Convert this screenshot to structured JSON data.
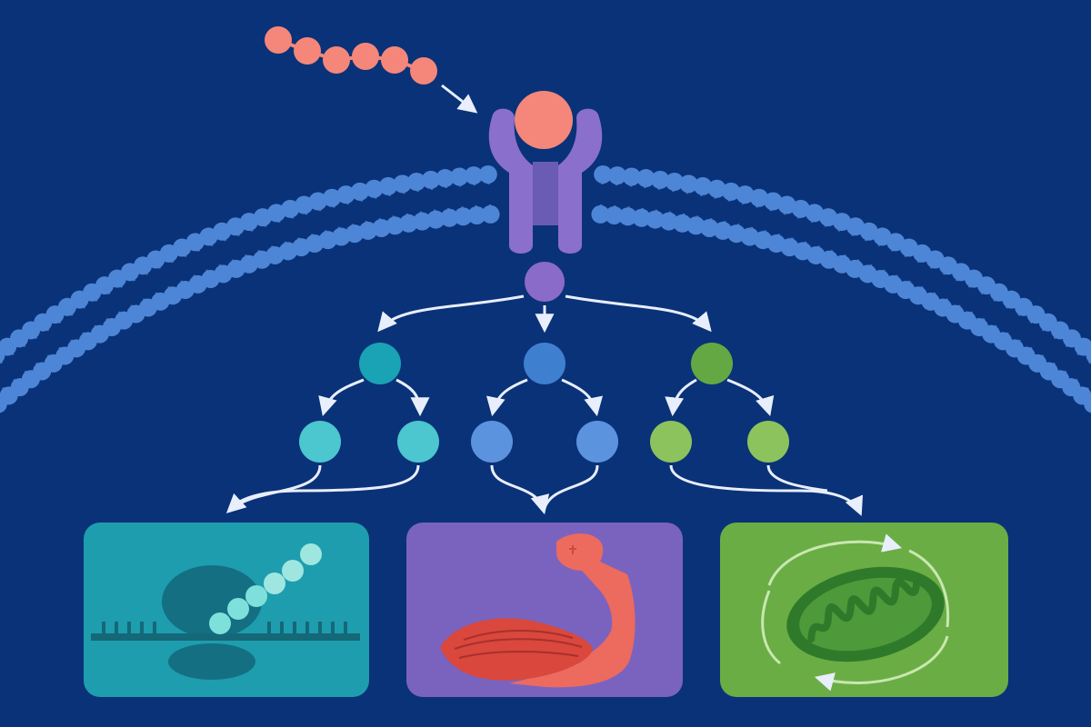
{
  "diagram": {
    "kind": "cell-signaling-cascade",
    "colors": {
      "background": "#0a3278",
      "membrane": "#4d86d6",
      "membrane_tail": "#3f73c2",
      "ligand": "#f4877a",
      "receptor": "#8a6fcc",
      "adaptor": "#8a6bc9",
      "arrow": "#e8eefc",
      "teal_dark": "#1aa2b5",
      "teal_light": "#4cc6cf",
      "blue_dark": "#3f7fd0",
      "blue_light": "#5b93df",
      "green_dark": "#63a843",
      "green_light": "#8cc35d",
      "box_teal": "#1e9dae",
      "box_purple": "#7a63bf",
      "box_green": "#6aad45"
    },
    "icons": {
      "ligand": "ligand-chain-icon",
      "receptor": "receptor-icon",
      "outcomes": [
        "ribosome-translation-icon",
        "flexed-muscle-arm-icon",
        "mitochondrion-cycle-icon"
      ]
    },
    "ligand_beads": 6,
    "branch_count": 3
  }
}
